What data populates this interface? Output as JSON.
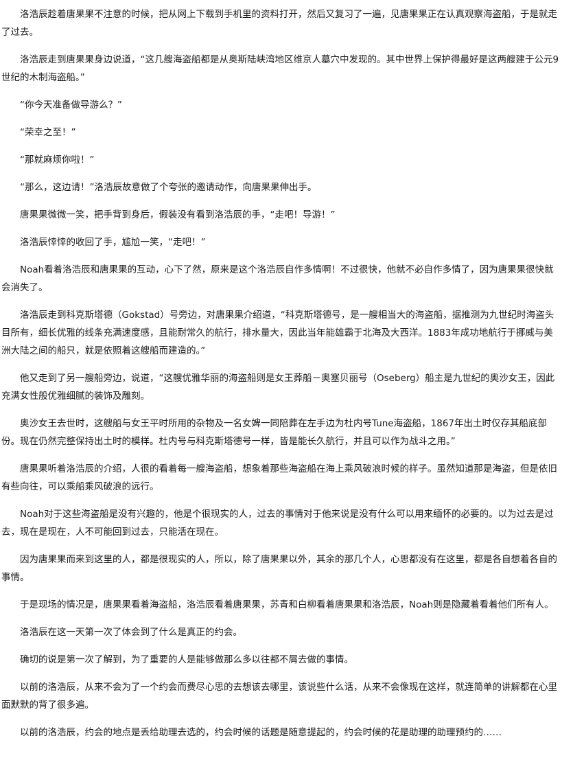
{
  "document": {
    "paragraphs": [
      "洛浩辰趁着唐果果不注意的时候，把从网上下载到手机里的资料打开，然后又复习了一遍，见唐果果正在认真观察海盗船，于是就走了过去。",
      "洛浩辰走到唐果果身边说道，“这几艘海盗船都是从奥斯陆峡湾地区维京人墓穴中发现的。其中世界上保护得最好是这两艘建于公元9世纪的木制海盗船。”",
      "“你今天准备做导游么？”",
      "“荣幸之至！”",
      "“那就麻烦你啦！”",
      "“那么，这边请！”洛浩辰故意做了个夸张的邀请动作，向唐果果伸出手。",
      "唐果果微微一笑，把手背到身后，假装没有看到洛浩辰的手，“走吧！导游！”",
      "洛浩辰悻悻的收回了手，尴尬一笑，“走吧！”",
      "Noah看着洛浩辰和唐果果的互动，心下了然，原来是这个洛浩辰自作多情啊！不过很快，他就不必自作多情了，因为唐果果很快就会消失了。",
      "洛浩辰走到科克斯塔德（Gokstad）号旁边，对唐果果介绍道，“科克斯塔德号，是一艘相当大的海盗船，据推测为九世纪时海盗头目所有，细长优雅的线条充满速度感，且能耐常久的航行，排水量大，因此当年能雄霸于北海及大西洋。1883年成功地航行于挪威与美洲大陆之间的船只，就是依照着这艘船而建造的。”",
      "他又走到了另一艘船旁边，说道，“这艘优雅华丽的海盗船则是女王葬船－奥塞贝丽号（Oseberg）船主是九世纪的奥沙女王，因此充满女性般优雅细腻的装饰及雕刻。",
      "奥沙女王去世时，这艘船与女王平时所用的杂物及一名女婢一同陪葬在左手边为杜内号Tune海盗船，1867年出土时仅存其船底部份。现在仍然完整保持出土时的模样。杜内号与科克斯塔德号一样，皆是能长久航行，并且可以作为战斗之用。”",
      "唐果果听着洛浩辰的介绍，人很的看着每一艘海盗船，想象着那些海盗船在海上乘风破浪时候的样子。虽然知道那是海盗，但是依旧有些向往，可以乘船乘风破浪的远行。",
      "Noah对于这些海盗船是没有兴趣的，他是个很现实的人，过去的事情对于他来说是没有什么可以用来缅怀的必要的。以为过去是过去，现在是现在，人不可能回到过去，只能活在现在。",
      "因为唐果果而来到这里的人，都是很现实的人，所以，除了唐果果以外，其余的那几个人，心思都没有在这里，都是各自想着各自的事情。",
      "于是现场的情况是，唐果果看着海盗船，洛浩辰看着唐果果，苏青和白柳看着唐果果和洛浩辰，Noah则是隐藏着看着他们所有人。",
      "洛浩辰在这一天第一次了体会到了什么是真正的约会。",
      "确切的说是第一次了解到，为了重要的人是能够做那么多以往都不屑去做的事情。",
      "以前的洛浩辰，从来不会为了一个约会而费尽心思的去想该去哪里，该说些什么话，从来不会像现在这样，就连简单的讲解都在心里面默默的背了很多遍。",
      "以前的洛浩辰，约会的地点是丢给助理去选的，约会时候的话题是随意提起的，约会时候的花是助理的助理预约的……"
    ]
  }
}
